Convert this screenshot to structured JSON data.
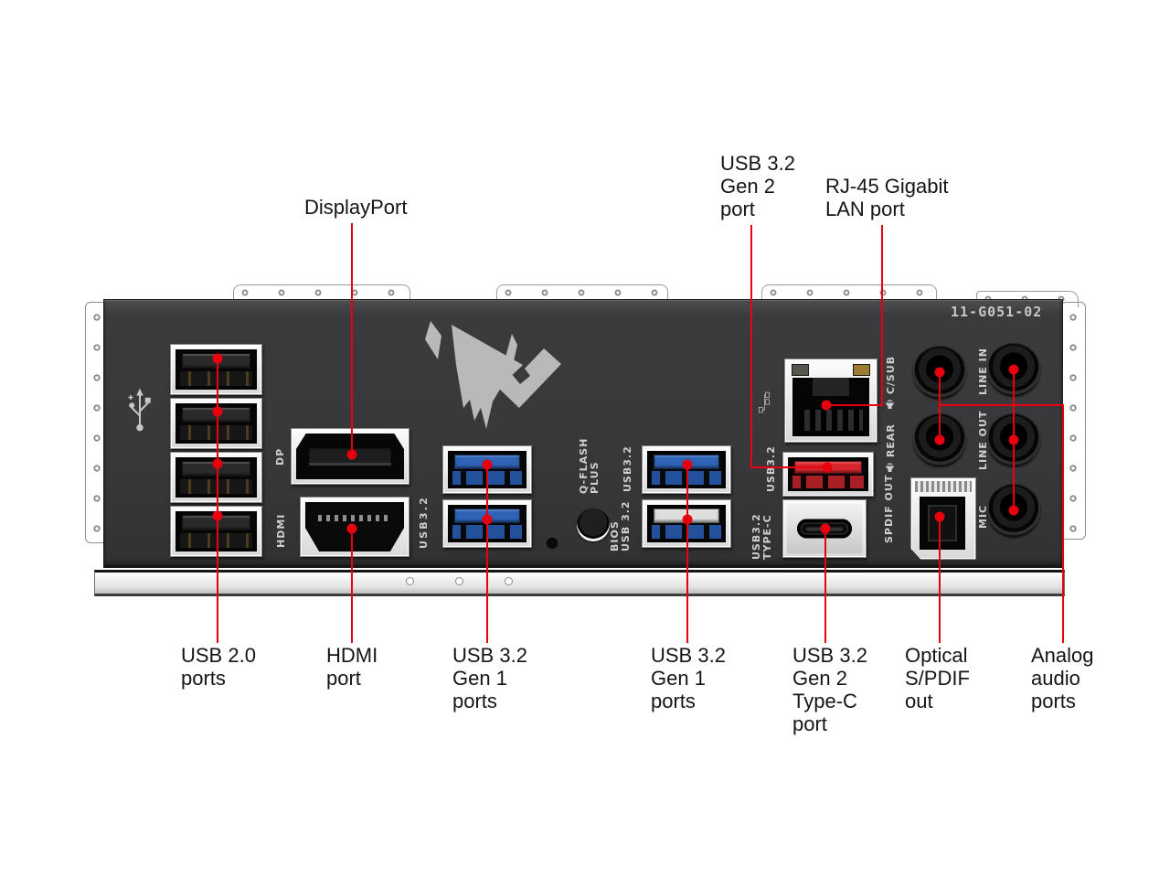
{
  "colors": {
    "callout_red": "#e8000f",
    "panel_dark": "#39393b",
    "usb_blue": "#2e63b5",
    "usb_red": "#d8262e",
    "label_text": "#151515",
    "silkscreen": "#cfcfd1"
  },
  "callouts_top": {
    "displayport": "DisplayPort",
    "usb32_gen2": "USB 3.2\nGen 2\nport",
    "rj45": "RJ-45 Gigabit\nLAN port"
  },
  "callouts_bottom": {
    "usb20": "USB 2.0\nports",
    "hdmi": "HDMI\nport",
    "usb32_gen1_left": "USB 3.2\nGen 1\nports",
    "usb32_gen1_right": "USB 3.2\nGen 1\nports",
    "usb32_gen2_typec": "USB 3.2\nGen 2\nType-C\nport",
    "optical_spdif": "Optical\nS/PDIF\nout",
    "analog_audio": "Analog\naudio\nports"
  },
  "panel": {
    "part_number": "11-G051-02",
    "labels": {
      "dp": "DP",
      "hdmi": "HDMI",
      "usb32_left": "USB3.2",
      "qflash": "Q-FLASH\nPLUS",
      "usb32_mid_top": "USB3.2",
      "bios": "BIOS\nUSB 3.2",
      "usb32_gen2": "USB3.2",
      "typec": "USB3.2\nTYPE-C",
      "spdif_out": "SPDIF OUT",
      "csub": "C/SUB",
      "rear": "REAR",
      "line_in": "LINE IN",
      "line_out": "LINE OUT",
      "mic": "MIC"
    }
  }
}
